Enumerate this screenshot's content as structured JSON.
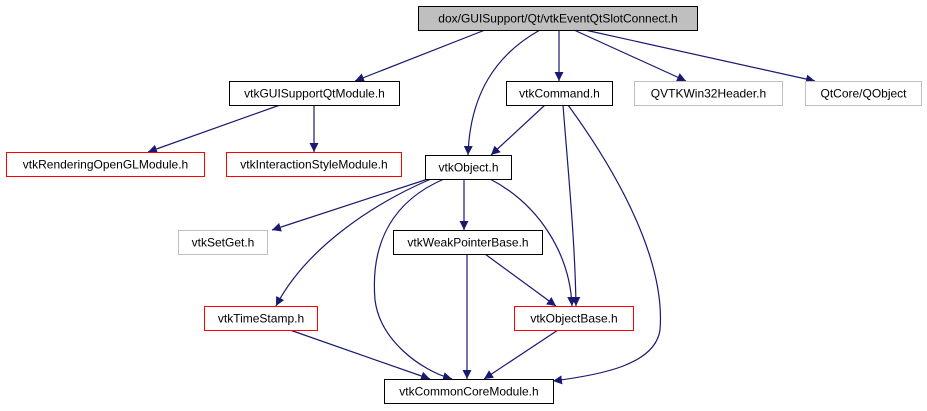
{
  "colors": {
    "edge": "#191970",
    "border_default": "#000000",
    "border_missing": "#ff0000",
    "border_external": "#bfbfbf",
    "root_fill": "#bfbfbf",
    "fill": "#ffffff",
    "text": "#000000"
  },
  "nodes": {
    "root": {
      "label": "dox/GUISupport/Qt/vtkEventQtSlotConnect.h",
      "style": "root"
    },
    "gui_module": {
      "label": "vtkGUISupportQtModule.h",
      "style": "default"
    },
    "command": {
      "label": "vtkCommand.h",
      "style": "default"
    },
    "qvtk_win32": {
      "label": "QVTKWin32Header.h",
      "style": "external"
    },
    "qobject": {
      "label": "QtCore/QObject",
      "style": "external"
    },
    "rendering_opengl": {
      "label": "vtkRenderingOpenGLModule.h",
      "style": "missing"
    },
    "interaction_style": {
      "label": "vtkInteractionStyleModule.h",
      "style": "missing"
    },
    "object": {
      "label": "vtkObject.h",
      "style": "default"
    },
    "setget": {
      "label": "vtkSetGet.h",
      "style": "external"
    },
    "weak_pointer": {
      "label": "vtkWeakPointerBase.h",
      "style": "default"
    },
    "timestamp": {
      "label": "vtkTimeStamp.h",
      "style": "missing"
    },
    "object_base": {
      "label": "vtkObjectBase.h",
      "style": "missing"
    },
    "common_core": {
      "label": "vtkCommonCoreModule.h",
      "style": "default"
    }
  },
  "edges": [
    {
      "from": "root",
      "to": "gui_module"
    },
    {
      "from": "root",
      "to": "object"
    },
    {
      "from": "root",
      "to": "command"
    },
    {
      "from": "root",
      "to": "qvtk_win32"
    },
    {
      "from": "root",
      "to": "qobject"
    },
    {
      "from": "gui_module",
      "to": "rendering_opengl"
    },
    {
      "from": "gui_module",
      "to": "interaction_style"
    },
    {
      "from": "command",
      "to": "object"
    },
    {
      "from": "command",
      "to": "object_base"
    },
    {
      "from": "command",
      "to": "common_core"
    },
    {
      "from": "object",
      "to": "setget"
    },
    {
      "from": "object",
      "to": "timestamp"
    },
    {
      "from": "object",
      "to": "common_core"
    },
    {
      "from": "object",
      "to": "weak_pointer"
    },
    {
      "from": "object",
      "to": "object_base"
    },
    {
      "from": "weak_pointer",
      "to": "common_core"
    },
    {
      "from": "weak_pointer",
      "to": "object_base"
    },
    {
      "from": "timestamp",
      "to": "common_core"
    },
    {
      "from": "object_base",
      "to": "common_core"
    }
  ]
}
